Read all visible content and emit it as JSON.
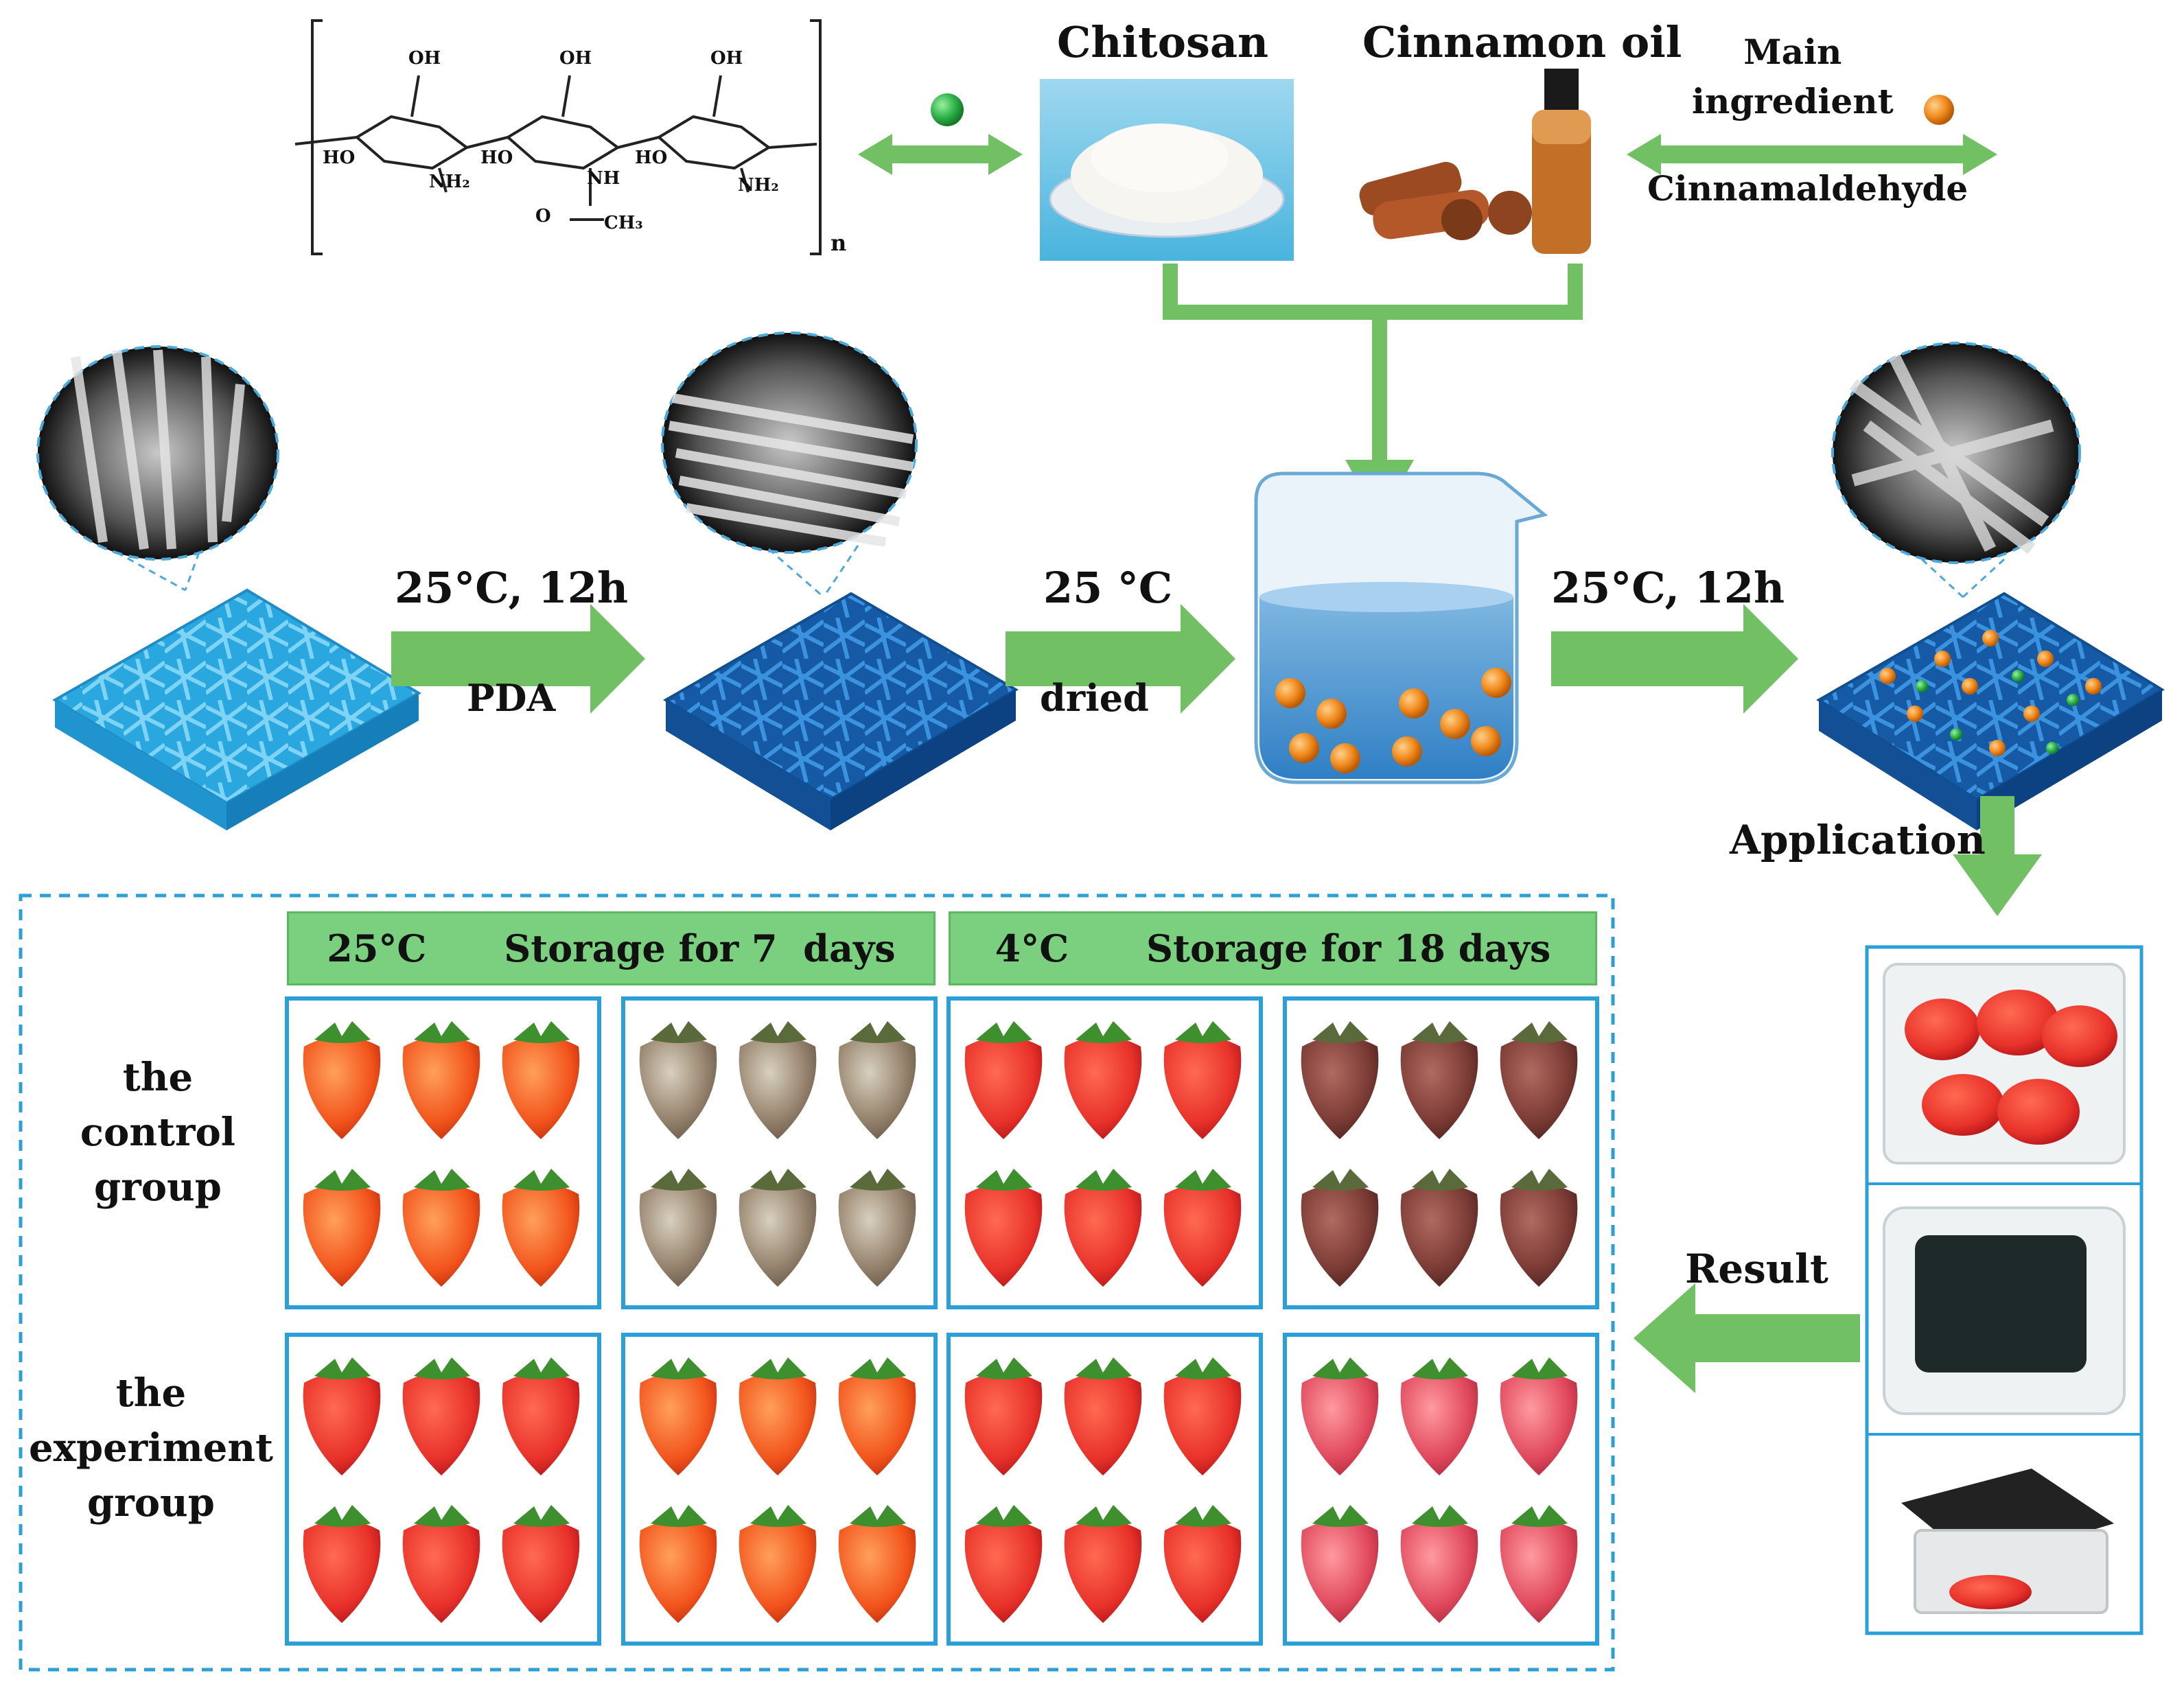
{
  "top": {
    "chitosan_label": "Chitosan",
    "cinnamon_label": "Cinnamon oil",
    "main_ingredient": "Main\ningredient",
    "cinnamaldehyde": "Cinnamaldehyde",
    "subscript_n": "n",
    "chem": {
      "oh": "OH",
      "ho": "HO",
      "nh2": "NH₂",
      "nh": "NH",
      "ch3": "CH₃",
      "o": "O"
    }
  },
  "process": {
    "step1_top": "25°C, 12h",
    "step1_bottom": "PDA",
    "step2_top": "25 °C",
    "step2_bottom": "dried",
    "step3_top": "25°C, 12h",
    "application": "Application",
    "result": "Result"
  },
  "results": {
    "header_left_temp": "25°C",
    "header_left_text": "Storage for 7  days",
    "header_right_temp": "4°C",
    "header_right_text": "Storage for 18 days",
    "row1_label": "the\ncontrol\ngroup",
    "row2_label": "the\nexperiment\ngroup"
  },
  "colors": {
    "arrow_green": "#72c064",
    "frame_blue": "#2a9fd8",
    "mat_light": "#36b6e8",
    "mat_dark": "#1a6bb5",
    "bead_orange": "#f08a1e",
    "bead_green": "#2fb24a",
    "strawberry_fresh": "#e8322a",
    "strawberry_moldy": "#8b5a4a"
  }
}
